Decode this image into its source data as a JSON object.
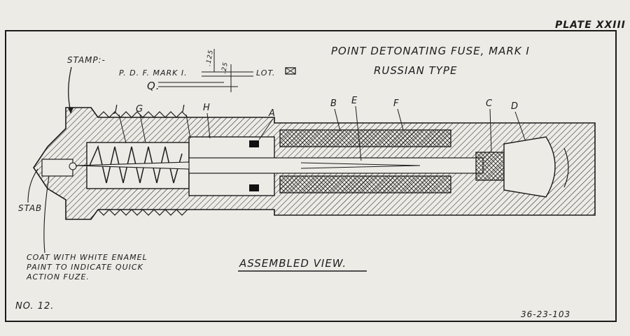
{
  "plate": "PLATE XXIII",
  "title": "POINT DETONATING FUSE, MARK I",
  "subtitle": "RUSSIAN TYPE",
  "stamp": {
    "label": "STAMP:-",
    "text": "P. D. F. MARK I.",
    "lot": "LOT.",
    "q": "Q.",
    "dim_a": ".125",
    "dim_b": ".25"
  },
  "view_label": "ASSEMBLED VIEW.",
  "stab_label": "STAB",
  "note": [
    "COAT WITH WHITE ENAMEL",
    "PAINT TO INDICATE QUICK",
    "ACTION FUZE."
  ],
  "number": "NO. 12.",
  "drawing_no": "36-23-103",
  "part_letters": [
    "J",
    "G",
    "I",
    "H",
    "A",
    "B",
    "E",
    "F",
    "C",
    "D"
  ],
  "colors": {
    "paper": "#ecebe6",
    "ink": "#1b1b1b"
  }
}
